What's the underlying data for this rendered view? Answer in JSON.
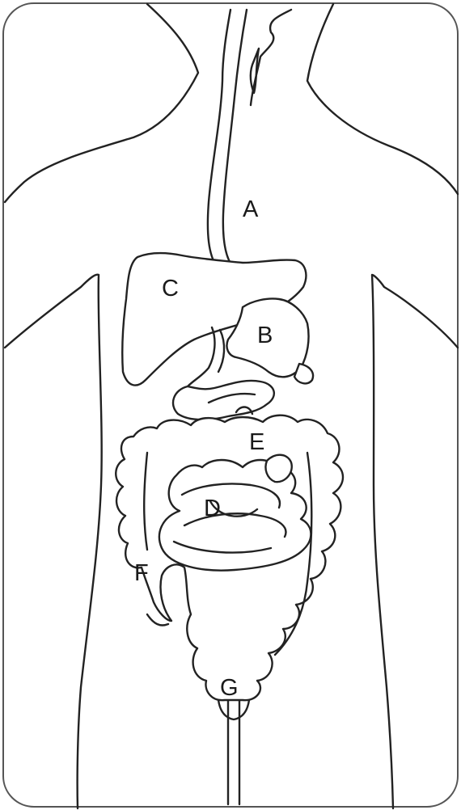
{
  "diagram": {
    "labels": {
      "A": "A",
      "B": "B",
      "C": "C",
      "D": "D",
      "E": "E",
      "F": "F",
      "G": "G"
    }
  }
}
